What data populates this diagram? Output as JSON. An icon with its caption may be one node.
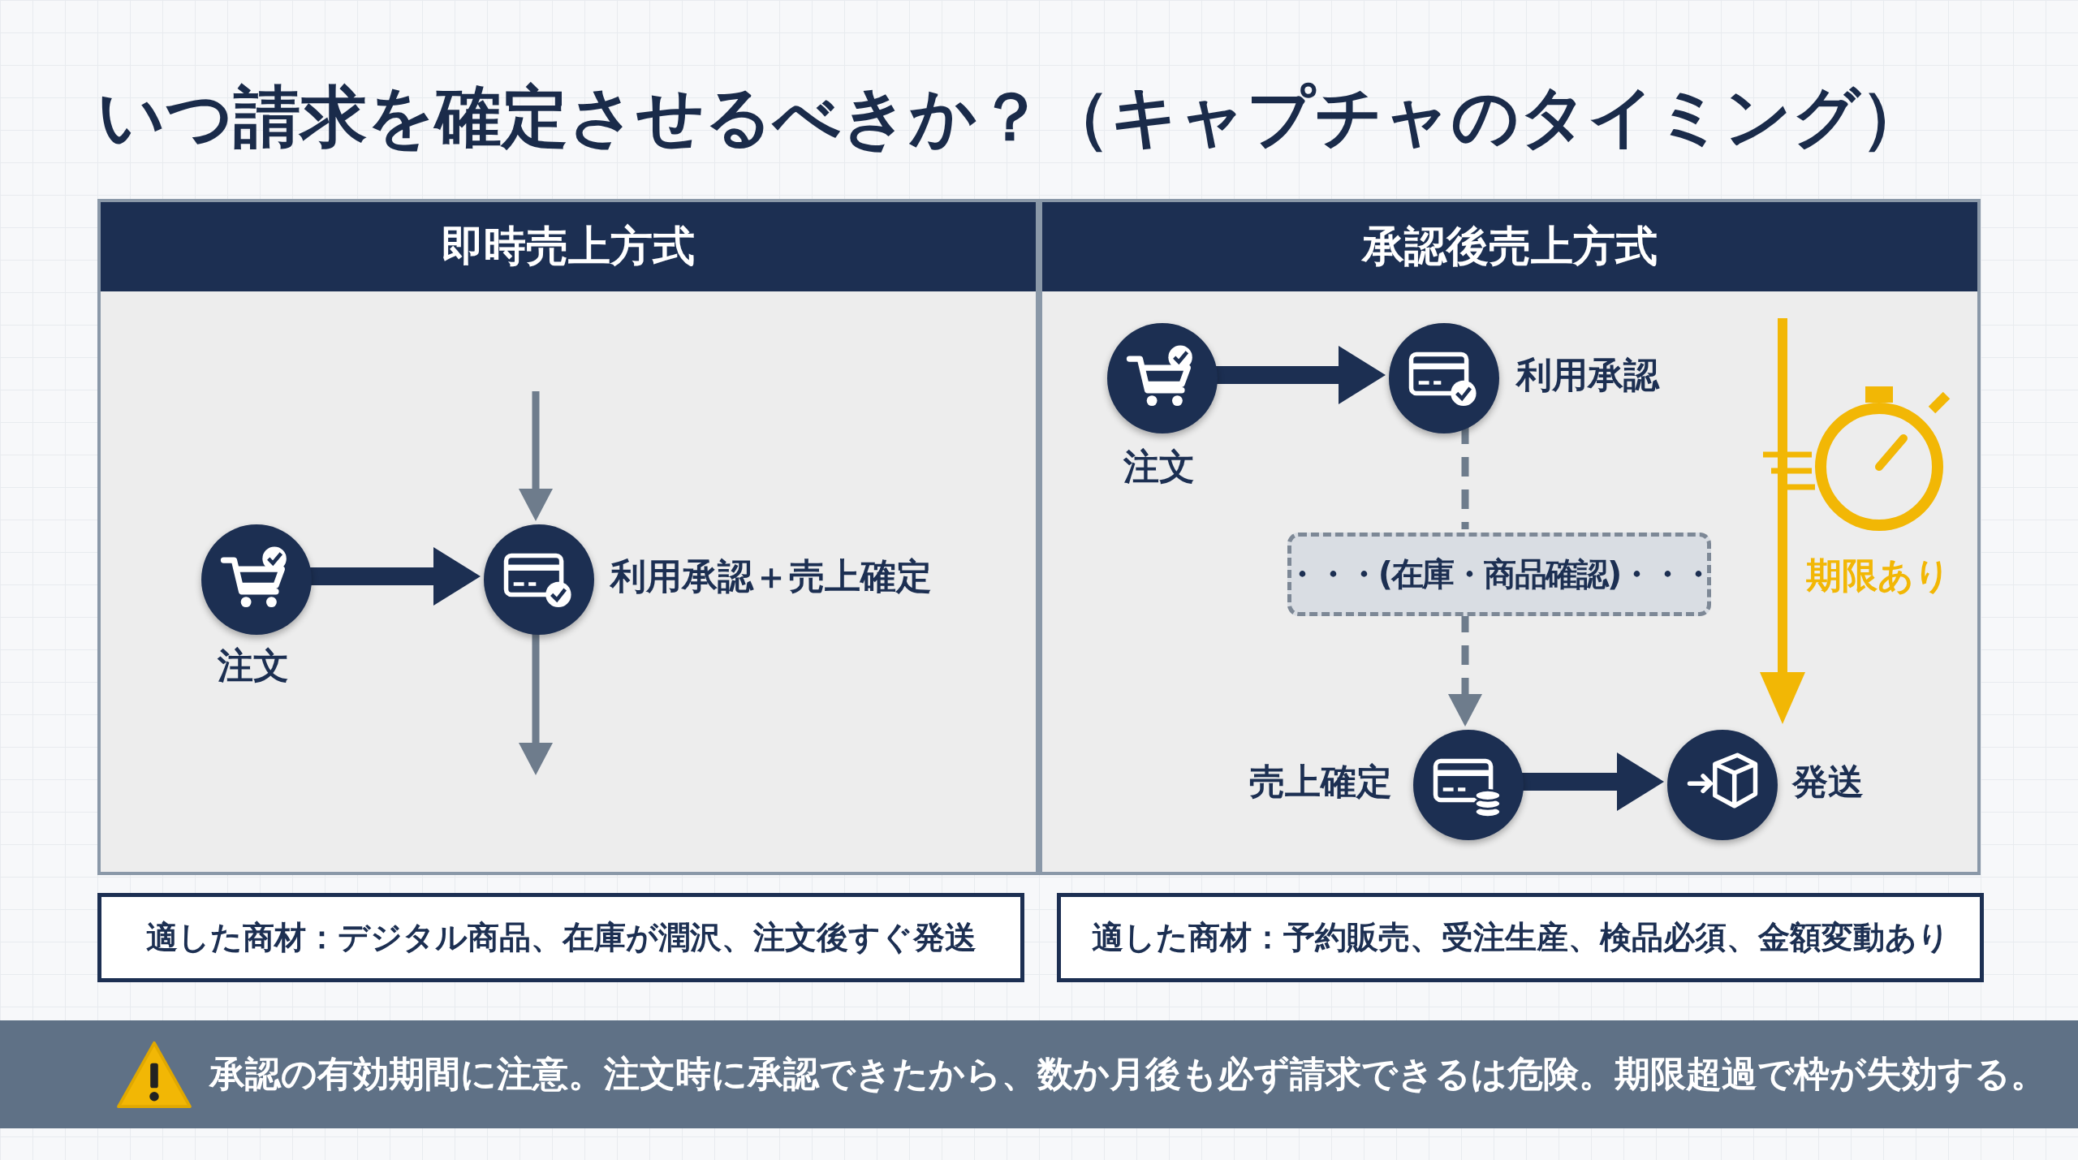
{
  "diagram": {
    "title": "いつ請求を確定させるべきか？（キャプチャのタイミング）",
    "nodes": [
      {
        "text": [
          "即時売上方式"
        ]
      },
      {
        "text": [],
        "shape": "circle",
        "in": 0,
        "beside": [
          "注文"
        ]
      },
      {
        "text": [],
        "shape": "circle",
        "in": 0,
        "beside": [
          "利用承認＋売上確定"
        ]
      },
      {
        "text": [
          "承認後売上方式"
        ]
      },
      {
        "text": [],
        "shape": "circle",
        "in": 3,
        "beside": [
          "注文"
        ]
      },
      {
        "text": [],
        "shape": "circle",
        "in": 3,
        "beside": [
          "利用承認"
        ]
      },
      {
        "text": [
          "・・・(在庫・商品確認)・・・"
        ],
        "in": 3
      },
      {
        "text": [],
        "shape": "circle",
        "in": 3,
        "beside": [
          "売上確定"
        ]
      },
      {
        "text": [],
        "shape": "circle",
        "in": 3,
        "beside": [
          "発送"
        ]
      },
      {
        "text": [
          "適した商材：デジタル商品、在庫が潤沢、注文後すぐ発送"
        ]
      },
      {
        "text": [
          "適した商材：予約販売、受注生産、検品必須、金額変動あり"
        ]
      },
      {
        "text": [
          "承認の有効期間に注意。注文時に承認できたから、数か月後も必ず請求できるは危険。期限超過で枠が失効する。"
        ]
      }
    ],
    "edges": [
      {
        "from": 1,
        "to": 2,
        "arrow": "to",
        "style": "thick",
        "color": "#1c2f52"
      },
      {
        "from": null,
        "to": 2,
        "arrow": "to"
      },
      {
        "from": 2,
        "to": null,
        "arrow": "to"
      },
      {
        "from": 4,
        "to": 5,
        "arrow": "to",
        "style": "thick",
        "color": "#1c2f52"
      },
      {
        "from": 5,
        "to": 6,
        "arrow": "none",
        "style": "dashed"
      },
      {
        "from": 6,
        "to": 7,
        "arrow": "to",
        "style": "dashed"
      },
      {
        "from": 7,
        "to": 8,
        "arrow": "to",
        "style": "thick",
        "color": "#1c2f52"
      }
    ],
    "labels": [
      "期限あり"
    ]
  }
}
